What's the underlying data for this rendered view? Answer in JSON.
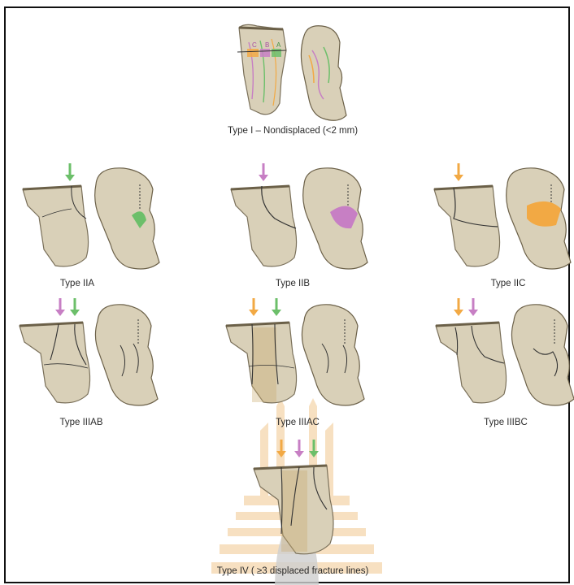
{
  "colors": {
    "green": "#6cbf6a",
    "magenta": "#c77fc4",
    "orange": "#f2a944",
    "bone": "#d9d0b8",
    "bone_dark": "#8a7f66",
    "watermark": "#f1c88f"
  },
  "figures": [
    {
      "id": "type-i",
      "label": "Type I – Nondisplaced (<2 mm)",
      "arrows": []
    },
    {
      "id": "type-iia",
      "label": "Type IIA",
      "arrows": [
        "green"
      ]
    },
    {
      "id": "type-iib",
      "label": "Type IIB",
      "arrows": [
        "magenta"
      ]
    },
    {
      "id": "type-iic",
      "label": "Type IIC",
      "arrows": [
        "orange"
      ]
    },
    {
      "id": "type-iiiab",
      "label": "Type IIIAB",
      "arrows": [
        "magenta",
        "green"
      ]
    },
    {
      "id": "type-iiiac",
      "label": "Type IIIAC",
      "arrows": [
        "orange",
        "green"
      ]
    },
    {
      "id": "type-iiibc",
      "label": "Type IIIBC",
      "arrows": [
        "orange",
        "magenta"
      ]
    },
    {
      "id": "type-iv",
      "label": "Type IV ( ≥3 displaced fracture lines)",
      "arrows": [
        "orange",
        "magenta",
        "green"
      ]
    }
  ],
  "type_i_overlay_letters": [
    "C",
    "B",
    "A"
  ]
}
